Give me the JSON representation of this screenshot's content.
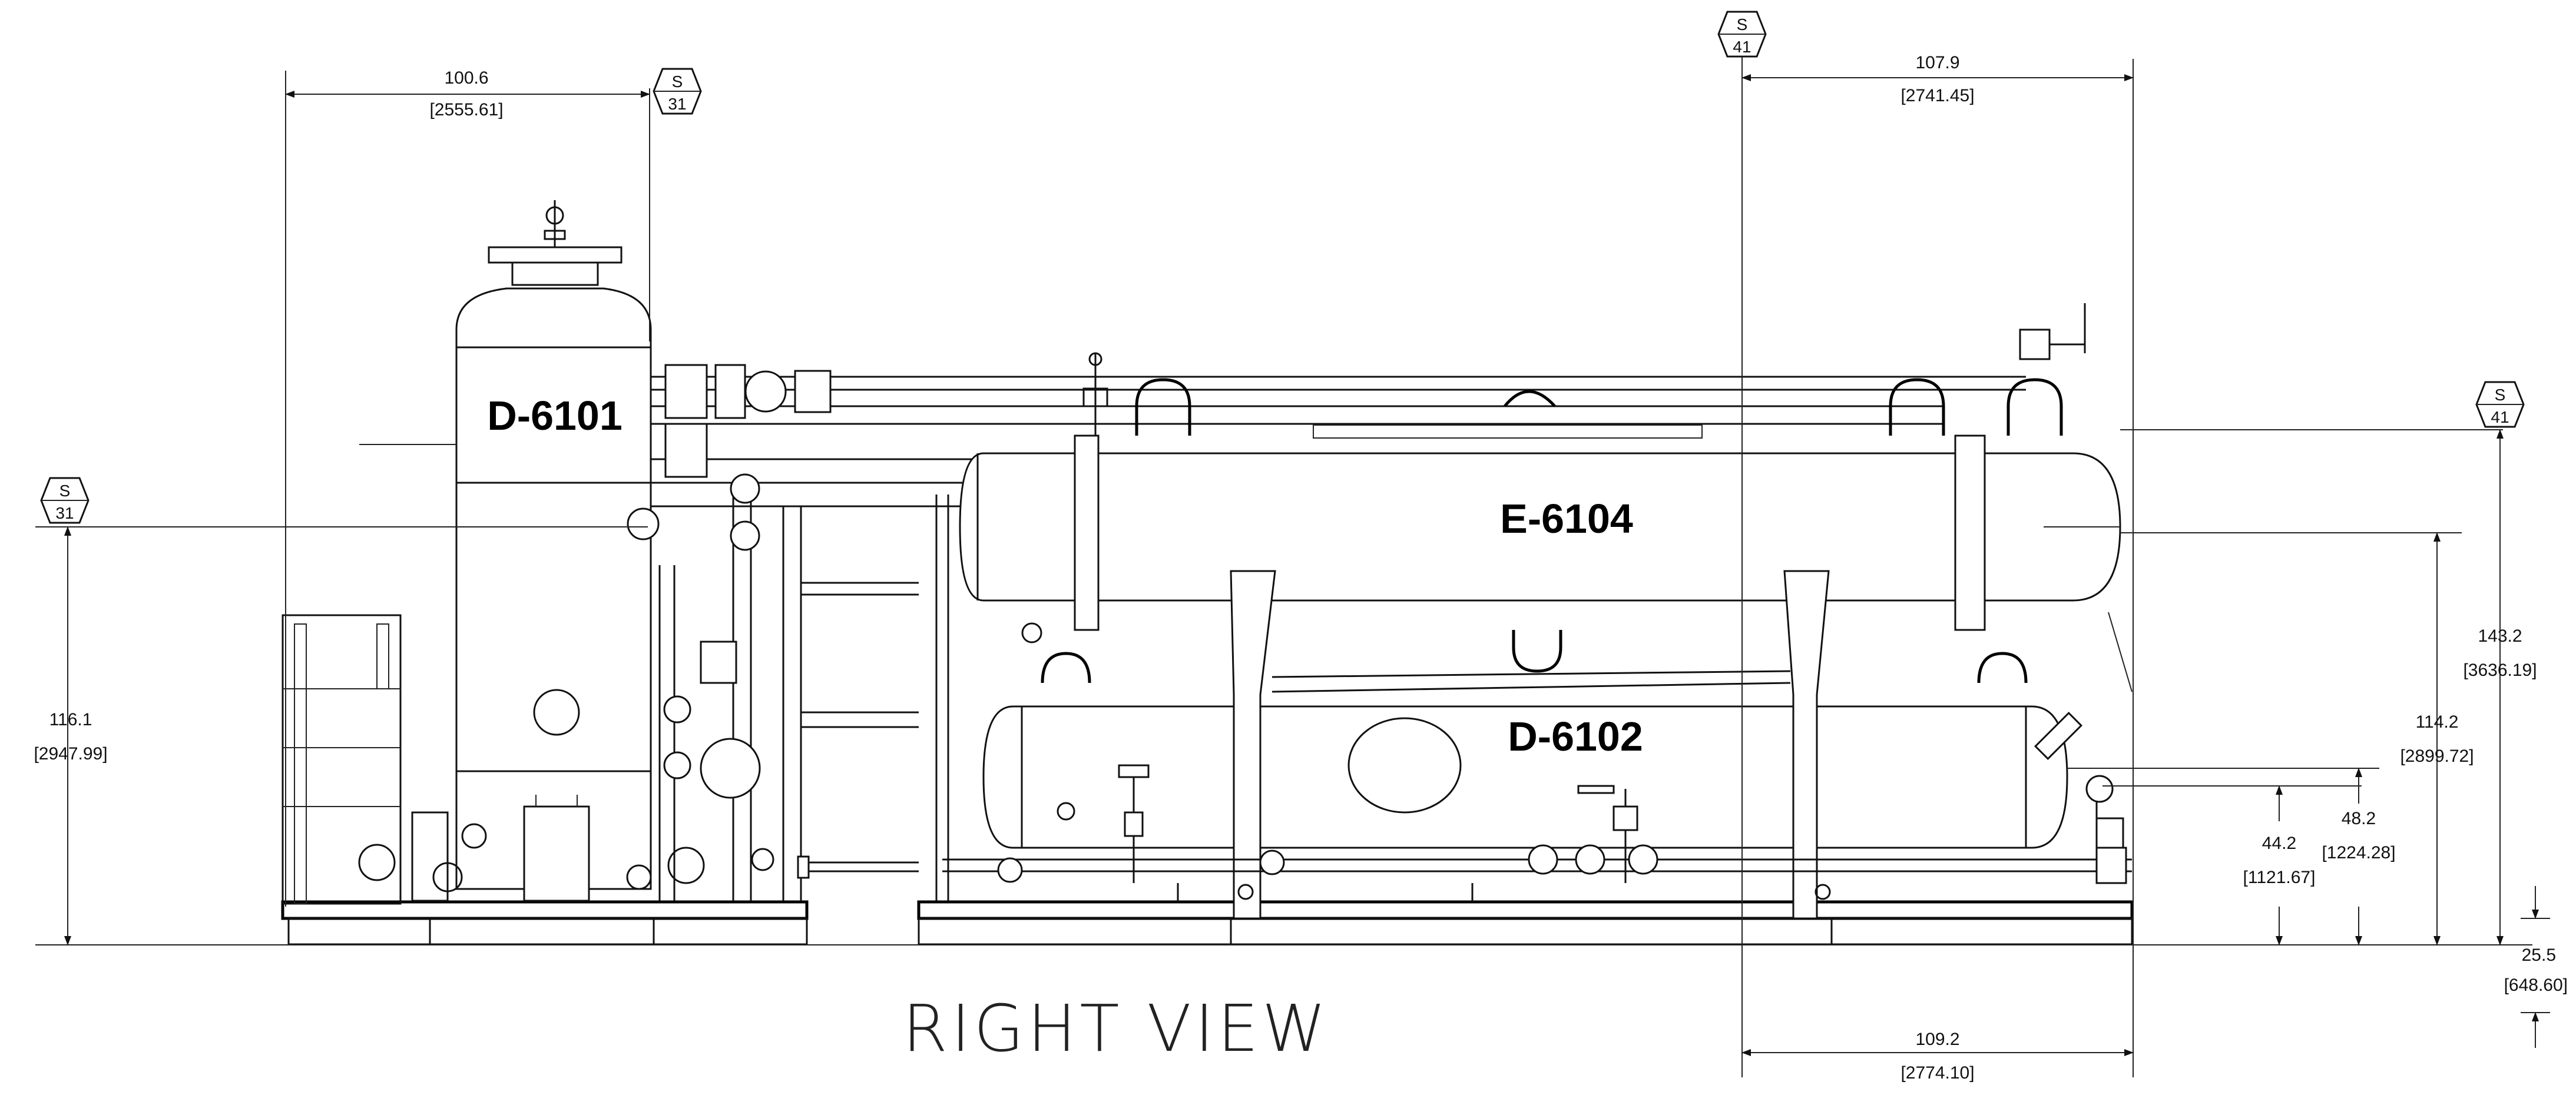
{
  "view_title": "RIGHT VIEW",
  "equipment": {
    "d6101": "D-6101",
    "e6104": "E-6104",
    "d6102": "D-6102"
  },
  "section_markers": {
    "left_top": {
      "letter": "S",
      "number": "31"
    },
    "mid_top": {
      "letter": "S",
      "number": "41"
    },
    "left_mid": {
      "letter": "S",
      "number": "31"
    },
    "right_mid": {
      "letter": "S",
      "number": "41"
    }
  },
  "dimensions": {
    "d1": {
      "imperial": "100.6",
      "metric": "[2555.61]"
    },
    "d2": {
      "imperial": "107.9",
      "metric": "[2741.45]"
    },
    "d3": {
      "imperial": "116.1",
      "metric": "[2947.99]"
    },
    "d4": {
      "imperial": "143.2",
      "metric": "[3636.19]"
    },
    "d5": {
      "imperial": "114.2",
      "metric": "[2899.72]"
    },
    "d6": {
      "imperial": "48.2",
      "metric": "[1224.28]"
    },
    "d7": {
      "imperial": "44.2",
      "metric": "[1121.67]"
    },
    "d8": {
      "imperial": "25.5",
      "metric": "[648.60]"
    },
    "d9": {
      "imperial": "109.2",
      "metric": "[2774.10]"
    }
  }
}
